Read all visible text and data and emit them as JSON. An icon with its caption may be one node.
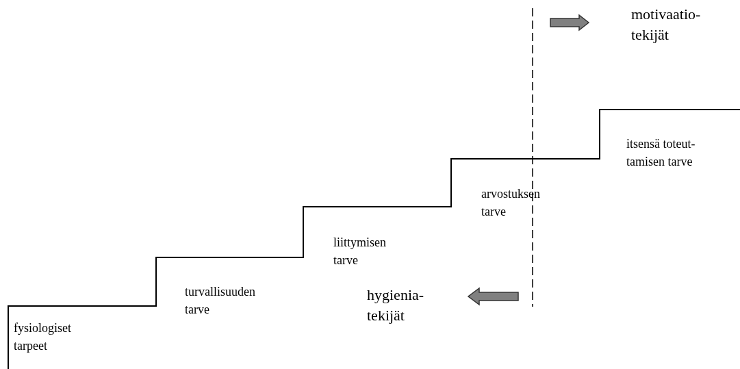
{
  "diagram": {
    "labels": [
      "motivaatio-tekijät",
      "itsensä toteut-tamisen tarve",
      "arvostuksen tarve",
      "liittymisen tarve",
      "turvallisuuden tarve",
      "hygienia-tekijät",
      "fysiologiset tarpeet"
    ]
  }
}
